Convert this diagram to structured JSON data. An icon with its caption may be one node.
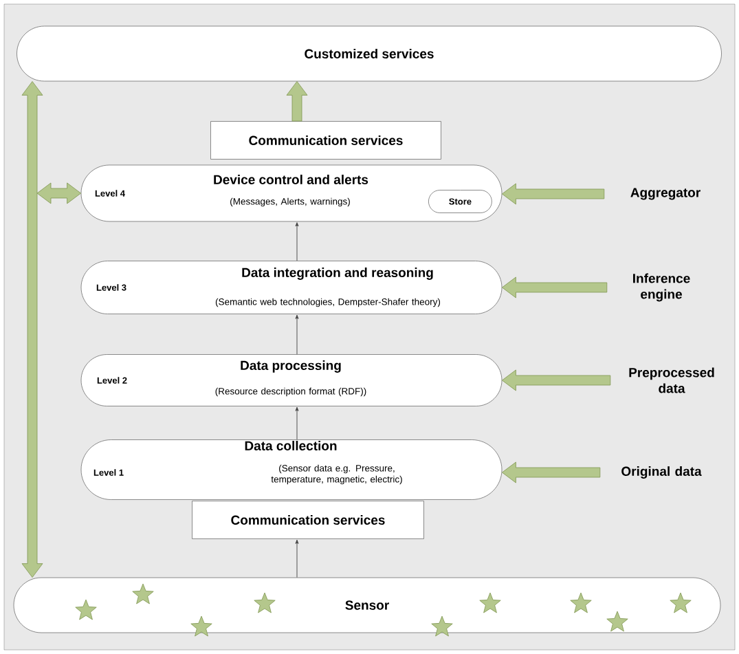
{
  "diagram": {
    "nodes": [
      {
        "text": [
          "Customized services"
        ]
      },
      {
        "text": [
          "Communication services"
        ]
      },
      {
        "text": [
          "Level 4",
          "Device control and alerts",
          "(Messages, Alerts, warnings)"
        ]
      },
      {
        "text": [
          "Store"
        ],
        "in": 2
      },
      {
        "text": [
          "Level 3",
          "Data integration and reasoning",
          "(Semantic web technologies, Dempster-Shafer theory)"
        ]
      },
      {
        "text": [
          "Level 2",
          "Data processing",
          "(Resource description format (RDF))"
        ]
      },
      {
        "text": [
          "Level 1",
          "Data collection",
          "(Sensor data e.g. Pressure, temperature, magnetic, electric)"
        ]
      },
      {
        "text": [
          "Communication services"
        ]
      },
      {
        "text": [
          "Sensor"
        ]
      },
      {
        "text": [
          "Aggregator"
        ]
      },
      {
        "text": [
          "Inference engine"
        ]
      },
      {
        "text": [
          "Preprocessed data"
        ]
      },
      {
        "text": [
          "Original data"
        ]
      }
    ],
    "edges": [
      {
        "from": 1,
        "to": 0,
        "arrow": "to",
        "style": "thick"
      },
      {
        "from": 8,
        "to": 0,
        "arrow": "both",
        "style": "thick"
      },
      {
        "from": null,
        "to": 2,
        "arrow": "both",
        "style": "thick"
      },
      {
        "from": 9,
        "to": 2,
        "arrow": "to",
        "style": "thick"
      },
      {
        "from": 10,
        "to": 4,
        "arrow": "to",
        "style": "thick"
      },
      {
        "from": 11,
        "to": 5,
        "arrow": "to",
        "style": "thick"
      },
      {
        "from": 12,
        "to": 6,
        "arrow": "to",
        "style": "thick"
      },
      {
        "from": 4,
        "to": 2,
        "arrow": "to",
        "color": "#404040"
      },
      {
        "from": 5,
        "to": 4,
        "arrow": "to",
        "color": "#404040"
      },
      {
        "from": 6,
        "to": 5,
        "arrow": "to",
        "color": "#404040"
      },
      {
        "from": 8,
        "to": 7,
        "arrow": "to",
        "color": "#404040"
      }
    ]
  }
}
